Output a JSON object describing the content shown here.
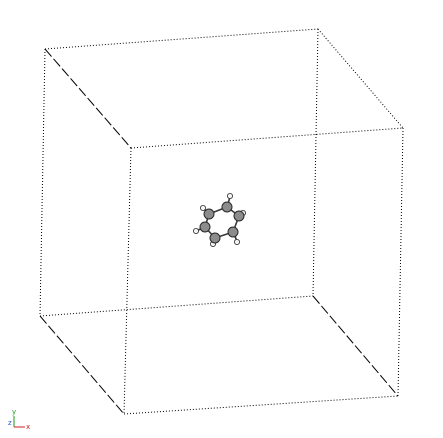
{
  "scene": {
    "background": "#ffffff",
    "cell_edge_color": "#000000",
    "atom_colors": {
      "carbon": "#8c8c8c",
      "hydrogen": "#f4f4f4"
    }
  },
  "axis_indicator": {
    "x_label": "x",
    "y_label": "y",
    "z_label": "z",
    "x_color": "#d42020",
    "y_color": "#1a9a1a",
    "z_color": "#2a4fd6"
  }
}
